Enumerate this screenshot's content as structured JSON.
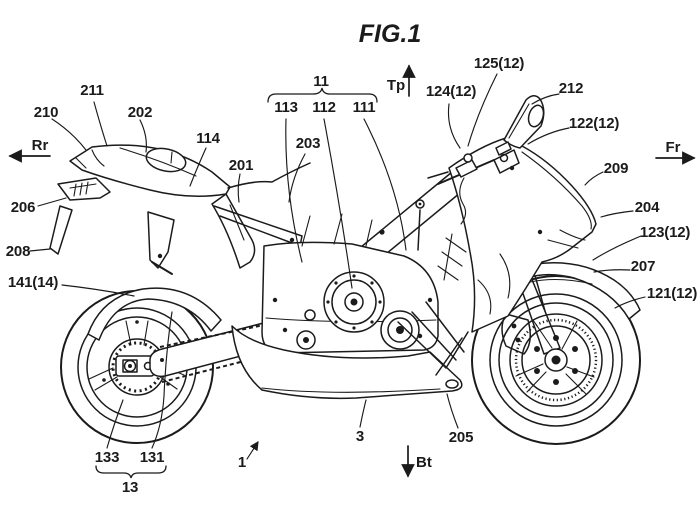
{
  "figure": {
    "title": "FIG.1",
    "orientation": {
      "top": "Tp",
      "bottom": "Bt",
      "rear": "Rr",
      "front": "Fr"
    },
    "labels": {
      "l210": "210",
      "l211": "211",
      "l202": "202",
      "l114": "114",
      "l201": "201",
      "l203": "203",
      "l11": "11",
      "l113": "113",
      "l112": "112",
      "l111": "111",
      "l124": "124(12)",
      "l125": "125(12)",
      "l212": "212",
      "l122": "122(12)",
      "l209": "209",
      "l204": "204",
      "l123": "123(12)",
      "l207": "207",
      "l121": "121(12)",
      "l206": "206",
      "l208": "208",
      "l141": "141(14)",
      "l133": "133",
      "l131": "131",
      "l13": "13",
      "l1": "1",
      "l3": "3",
      "l205": "205"
    },
    "colors": {
      "ink": "#1b1b1b",
      "background": "#ffffff"
    }
  }
}
